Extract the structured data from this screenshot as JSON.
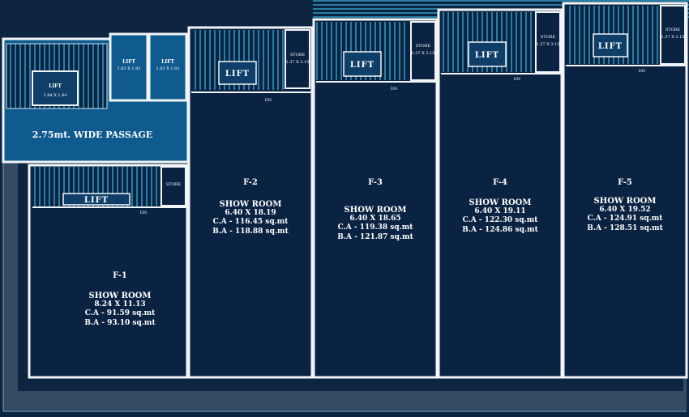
{
  "passage_label": "2.75mt. WIDE PASSAGE",
  "dn_label": "DN",
  "lifts": {
    "lift_a_label": "LIFT",
    "lift_a_size": "1.84 X 1.84",
    "lift_b_label": "LIFT",
    "lift_b_size": "1.83 X 1.83",
    "lift_c_label": "LIFT",
    "lift_c_size": "1.83 X 1.83"
  },
  "units": [
    {
      "id": "F-1",
      "type": "SHOW ROOM",
      "dims": "8.24  X  11.13",
      "ca": "C.A - 91.59 sq.mt",
      "ba": "B.A - 93.10 sq.mt",
      "lift": "LIFT",
      "store": "STORE",
      "store_size": ""
    },
    {
      "id": "F-2",
      "type": "SHOW ROOM",
      "dims": "6.40  X  18.19",
      "ca": "C.A - 116.45 sq.mt",
      "ba": "B.A - 118.88 sq.mt",
      "lift": "LIFT",
      "store": "STORE",
      "store_size": "1.37 X 3.15"
    },
    {
      "id": "F-3",
      "type": "SHOW ROOM",
      "dims": "6.40  X  18.65",
      "ca": "C.A - 119.38 sq.mt",
      "ba": "B.A - 121.87 sq.mt",
      "lift": "LIFT",
      "store": "STORE",
      "store_size": "1.37 X 3.15"
    },
    {
      "id": "F-4",
      "type": "SHOW ROOM",
      "dims": "6.40  X  19.11",
      "ca": "C.A - 122.30 sq.mt",
      "ba": "B.A - 124.86 sq.mt",
      "lift": "LIFT",
      "store": "STORE",
      "store_size": "1.37 X 3.15"
    },
    {
      "id": "F-5",
      "type": "SHOW ROOM",
      "dims": "6.40  X  19.52",
      "ca": "C.A - 124.91 sq.mt",
      "ba": "B.A - 128.51 sq.mt",
      "lift": "LIFT",
      "store": "STORE",
      "store_size": "1.37 X 3.15"
    }
  ],
  "colors": {
    "background": "#0d2540",
    "room_fill": "#0b2342",
    "wall": "#f2f5f8",
    "passage": "#0f5a8f",
    "stair_line": "#3fc9f0",
    "border_dark": "#334c63"
  }
}
